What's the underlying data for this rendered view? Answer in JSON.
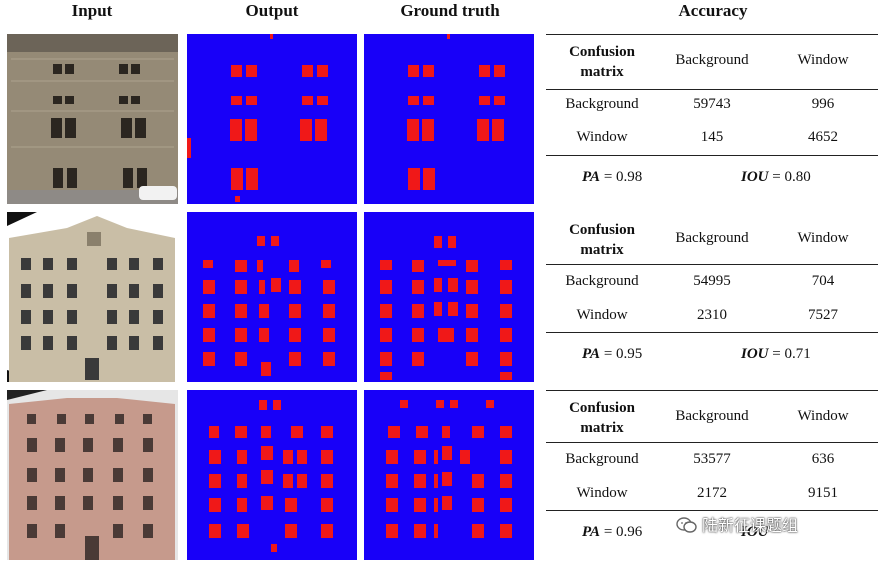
{
  "headers": {
    "input": "Input",
    "output": "Output",
    "ground_truth": "Ground truth",
    "accuracy": "Accuracy"
  },
  "rows": [
    {
      "input_image": "facade-photo-1",
      "confusion": {
        "corner_label": "Confusion matrix",
        "col_labels": [
          "Background",
          "Window"
        ],
        "rows": [
          {
            "label": "Background",
            "values": [
              "59743",
              "996"
            ]
          },
          {
            "label": "Window",
            "values": [
              "145",
              "4652"
            ]
          }
        ]
      },
      "pa_label": "PA",
      "pa_value": "= 0.98",
      "iou_label": "IOU",
      "iou_value": "= 0.80"
    },
    {
      "input_image": "facade-photo-2",
      "confusion": {
        "corner_label": "Confusion matrix",
        "col_labels": [
          "Background",
          "Window"
        ],
        "rows": [
          {
            "label": "Background",
            "values": [
              "54995",
              "704"
            ]
          },
          {
            "label": "Window",
            "values": [
              "2310",
              "7527"
            ]
          }
        ]
      },
      "pa_label": "PA",
      "pa_value": "= 0.95",
      "iou_label": "IOU",
      "iou_value": "= 0.71"
    },
    {
      "input_image": "facade-photo-3",
      "confusion": {
        "corner_label": "Confusion matrix",
        "col_labels": [
          "Background",
          "Window"
        ],
        "rows": [
          {
            "label": "Background",
            "values": [
              "53577",
              "636"
            ]
          },
          {
            "label": "Window",
            "values": [
              "2172",
              "9151"
            ]
          }
        ]
      },
      "pa_label": "PA",
      "pa_value": "= 0.96",
      "iou_label": "IOU",
      "iou_value": ""
    }
  ],
  "colors": {
    "background_class": "#1800f8",
    "window_class": "#f01818"
  },
  "watermark": {
    "icon": "wechat-icon",
    "text": "陆新征课题组"
  }
}
